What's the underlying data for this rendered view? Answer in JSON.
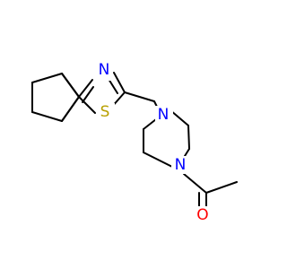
{
  "molecule": {
    "atoms": {
      "n_thiazole": {
        "symbol": "N",
        "color": "#0000ff"
      },
      "s_thiazole": {
        "symbol": "S",
        "color": "#b8a000"
      },
      "n_piperazine_top": {
        "symbol": "N",
        "color": "#0000ff"
      },
      "n_piperazine_bottom": {
        "symbol": "N",
        "color": "#0000ff"
      },
      "o_carbonyl": {
        "symbol": "O",
        "color": "#ff0000"
      }
    },
    "bond_color": "#000000"
  }
}
